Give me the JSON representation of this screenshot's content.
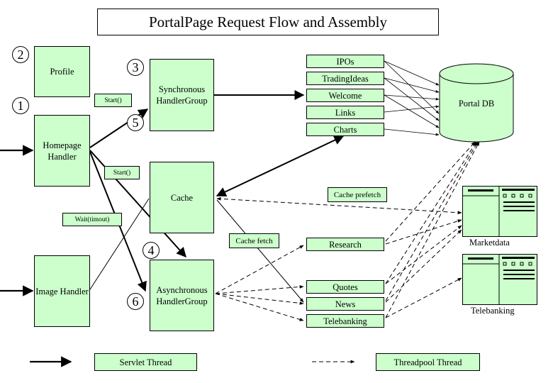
{
  "title": "PortalPage Request Flow and Assembly",
  "numbers": {
    "n1": "1",
    "n2": "2",
    "n3": "3",
    "n4": "4",
    "n5": "5",
    "n6": "6"
  },
  "boxes": {
    "profile": "Profile",
    "homepage_handler": "Homepage Handler",
    "image_handler": "Image Handler",
    "sync_group": "Synchronous HandlerGroup",
    "cache": "Cache",
    "async_group": "Asynchronous HandlerGroup"
  },
  "small_labels": {
    "start1": "Start()",
    "start2": "Start()",
    "wait": "Wait(timout)",
    "cache_fetch": "Cache fetch",
    "cache_prefetch": "Cache prefetch"
  },
  "sync_items": [
    "IPOs",
    "TradingIdeas",
    "Welcome",
    "Links",
    "Charts"
  ],
  "async_items": {
    "research": "Research",
    "quotes": "Quotes",
    "news": "News",
    "telebanking": "Telebanking"
  },
  "db": "Portal DB",
  "icons": {
    "marketdata": "Marketdata",
    "telebanking": "Telebanking"
  },
  "legend": {
    "servlet": "Servlet Thread",
    "threadpool": "Threadpool Thread"
  },
  "colors": {
    "box_fill": "#ccffcc",
    "line": "#000000"
  }
}
